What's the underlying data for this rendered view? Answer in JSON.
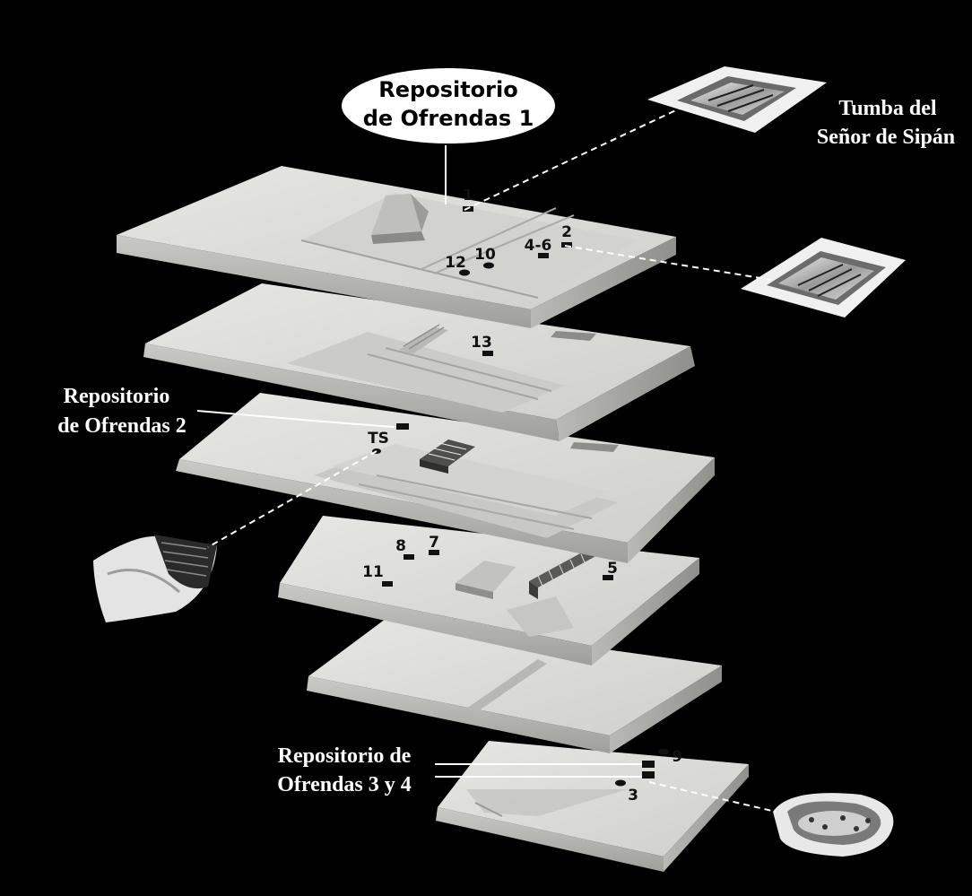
{
  "labels": {
    "repo1_line1": "Repositorio",
    "repo1_line2": "de Ofrendas 1",
    "tomb_line1": "Tumba del",
    "tomb_line2": "Señor de Sipán",
    "repo2_line1": "Repositorio",
    "repo2_line2": "de Ofrendas 2",
    "repo34_line1": "Repositorio de",
    "repo34_line2": "Ofrendas 3 y 4"
  },
  "markers": {
    "m1": "1",
    "m2": "2",
    "m4_6": "4-6",
    "m10": "10",
    "m12": "12",
    "m13": "13",
    "mTS": "TS",
    "m8": "8",
    "m7": "7",
    "m11": "11",
    "m5": "5",
    "m9": "9",
    "m3": "3"
  },
  "colors": {
    "background": "#000000",
    "platform_top": "#dcdcd8",
    "platform_side": "#a9a9a5",
    "platform_front": "#c4c4c0",
    "label_text": "#ffffff",
    "marker_text": "#111111"
  }
}
